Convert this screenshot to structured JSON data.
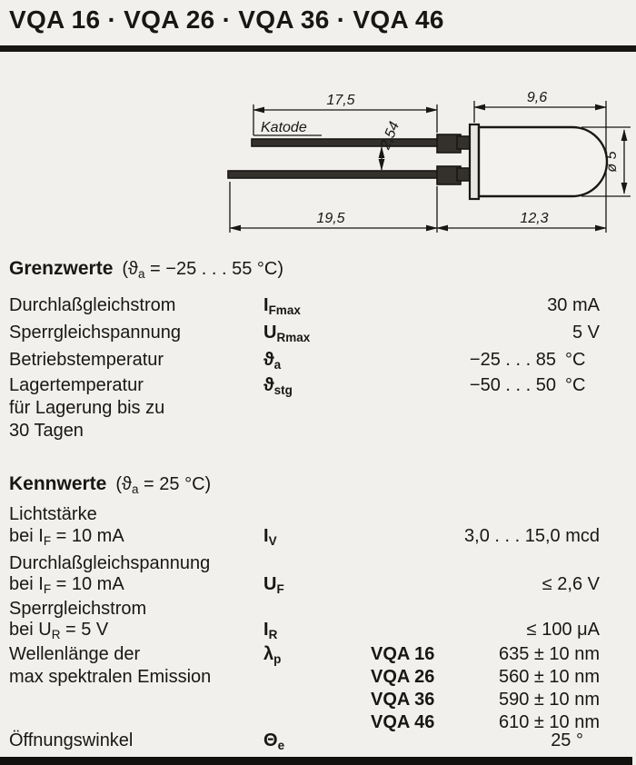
{
  "colors": {
    "paper": "#f1f0ec",
    "ink": "#181715"
  },
  "header": {
    "title": "VQA 16 · VQA 26 · VQA 36 · VQA 46"
  },
  "drawing": {
    "katode": "Katode",
    "dim_top_left": "17,5",
    "dim_top_right": "9,6",
    "dim_lead_pitch": "2,54",
    "dim_bottom_left": "19,5",
    "dim_bottom_right": "12,3",
    "dim_diameter": "ø 5"
  },
  "grenzwerte": {
    "heading": "Grenzwerte",
    "cond_pre": "(ϑ",
    "cond_sub": "a",
    "cond_post": " = −25 . . . 55 °C)",
    "rows": [
      {
        "label": "Durchlaßgleichstrom",
        "sym_base": "I",
        "sym_sub": "Fmax",
        "value": "30 mA"
      },
      {
        "label": "Sperrgleichspannung",
        "sym_base": "U",
        "sym_sub": "Rmax",
        "value": "5 V"
      },
      {
        "label": "Betriebstemperatur",
        "sym_base": "ϑ",
        "sym_sub": "a",
        "value": "−25 . . . 85",
        "unit": "°C"
      },
      {
        "label": "Lagertemperatur",
        "label_line2": "für Lagerung bis zu",
        "label_line3": "30 Tagen",
        "sym_base": "ϑ",
        "sym_sub": "stg",
        "value": "−50 . . . 50",
        "unit": "°C"
      }
    ]
  },
  "kennwerte": {
    "heading": "Kennwerte",
    "cond_pre": "(ϑ",
    "cond_sub": "a",
    "cond_post": " = 25 °C)",
    "rows": [
      {
        "label1": "Lichtstärke",
        "label2_pre": "bei I",
        "label2_sub": "F",
        "label2_post": " = 10 mA",
        "sym_base": "I",
        "sym_sub": "V",
        "value": "3,0 . . . 15,0 mcd"
      },
      {
        "label1": "Durchlaßgleichspannung",
        "label2_pre": "bei I",
        "label2_sub": "F",
        "label2_post": " = 10 mA",
        "sym_base": "U",
        "sym_sub": "F",
        "value": "≤ 2,6 V"
      },
      {
        "label1": "Sperrgleichstrom",
        "label2_pre": "bei U",
        "label2_sub": "R",
        "label2_post": " = 5 V",
        "sym_base": "I",
        "sym_sub": "R",
        "value": "≤ 100 μA"
      }
    ],
    "wavelength": {
      "label1": "Wellenlänge der",
      "label2": "max spektralen Emission",
      "sym_base": "λ",
      "sym_sub": "p",
      "entries": [
        {
          "model": "VQA 16",
          "value": "635 ± 10 nm"
        },
        {
          "model": "VQA 26",
          "value": "560 ± 10 nm"
        },
        {
          "model": "VQA 36",
          "value": "590 ± 10 nm"
        },
        {
          "model": "VQA 46",
          "value": "610 ± 10 nm"
        }
      ]
    },
    "angle": {
      "label": "Öffnungswinkel",
      "sym_base": "Θ",
      "sym_sub": "e",
      "value": "25 °"
    }
  }
}
